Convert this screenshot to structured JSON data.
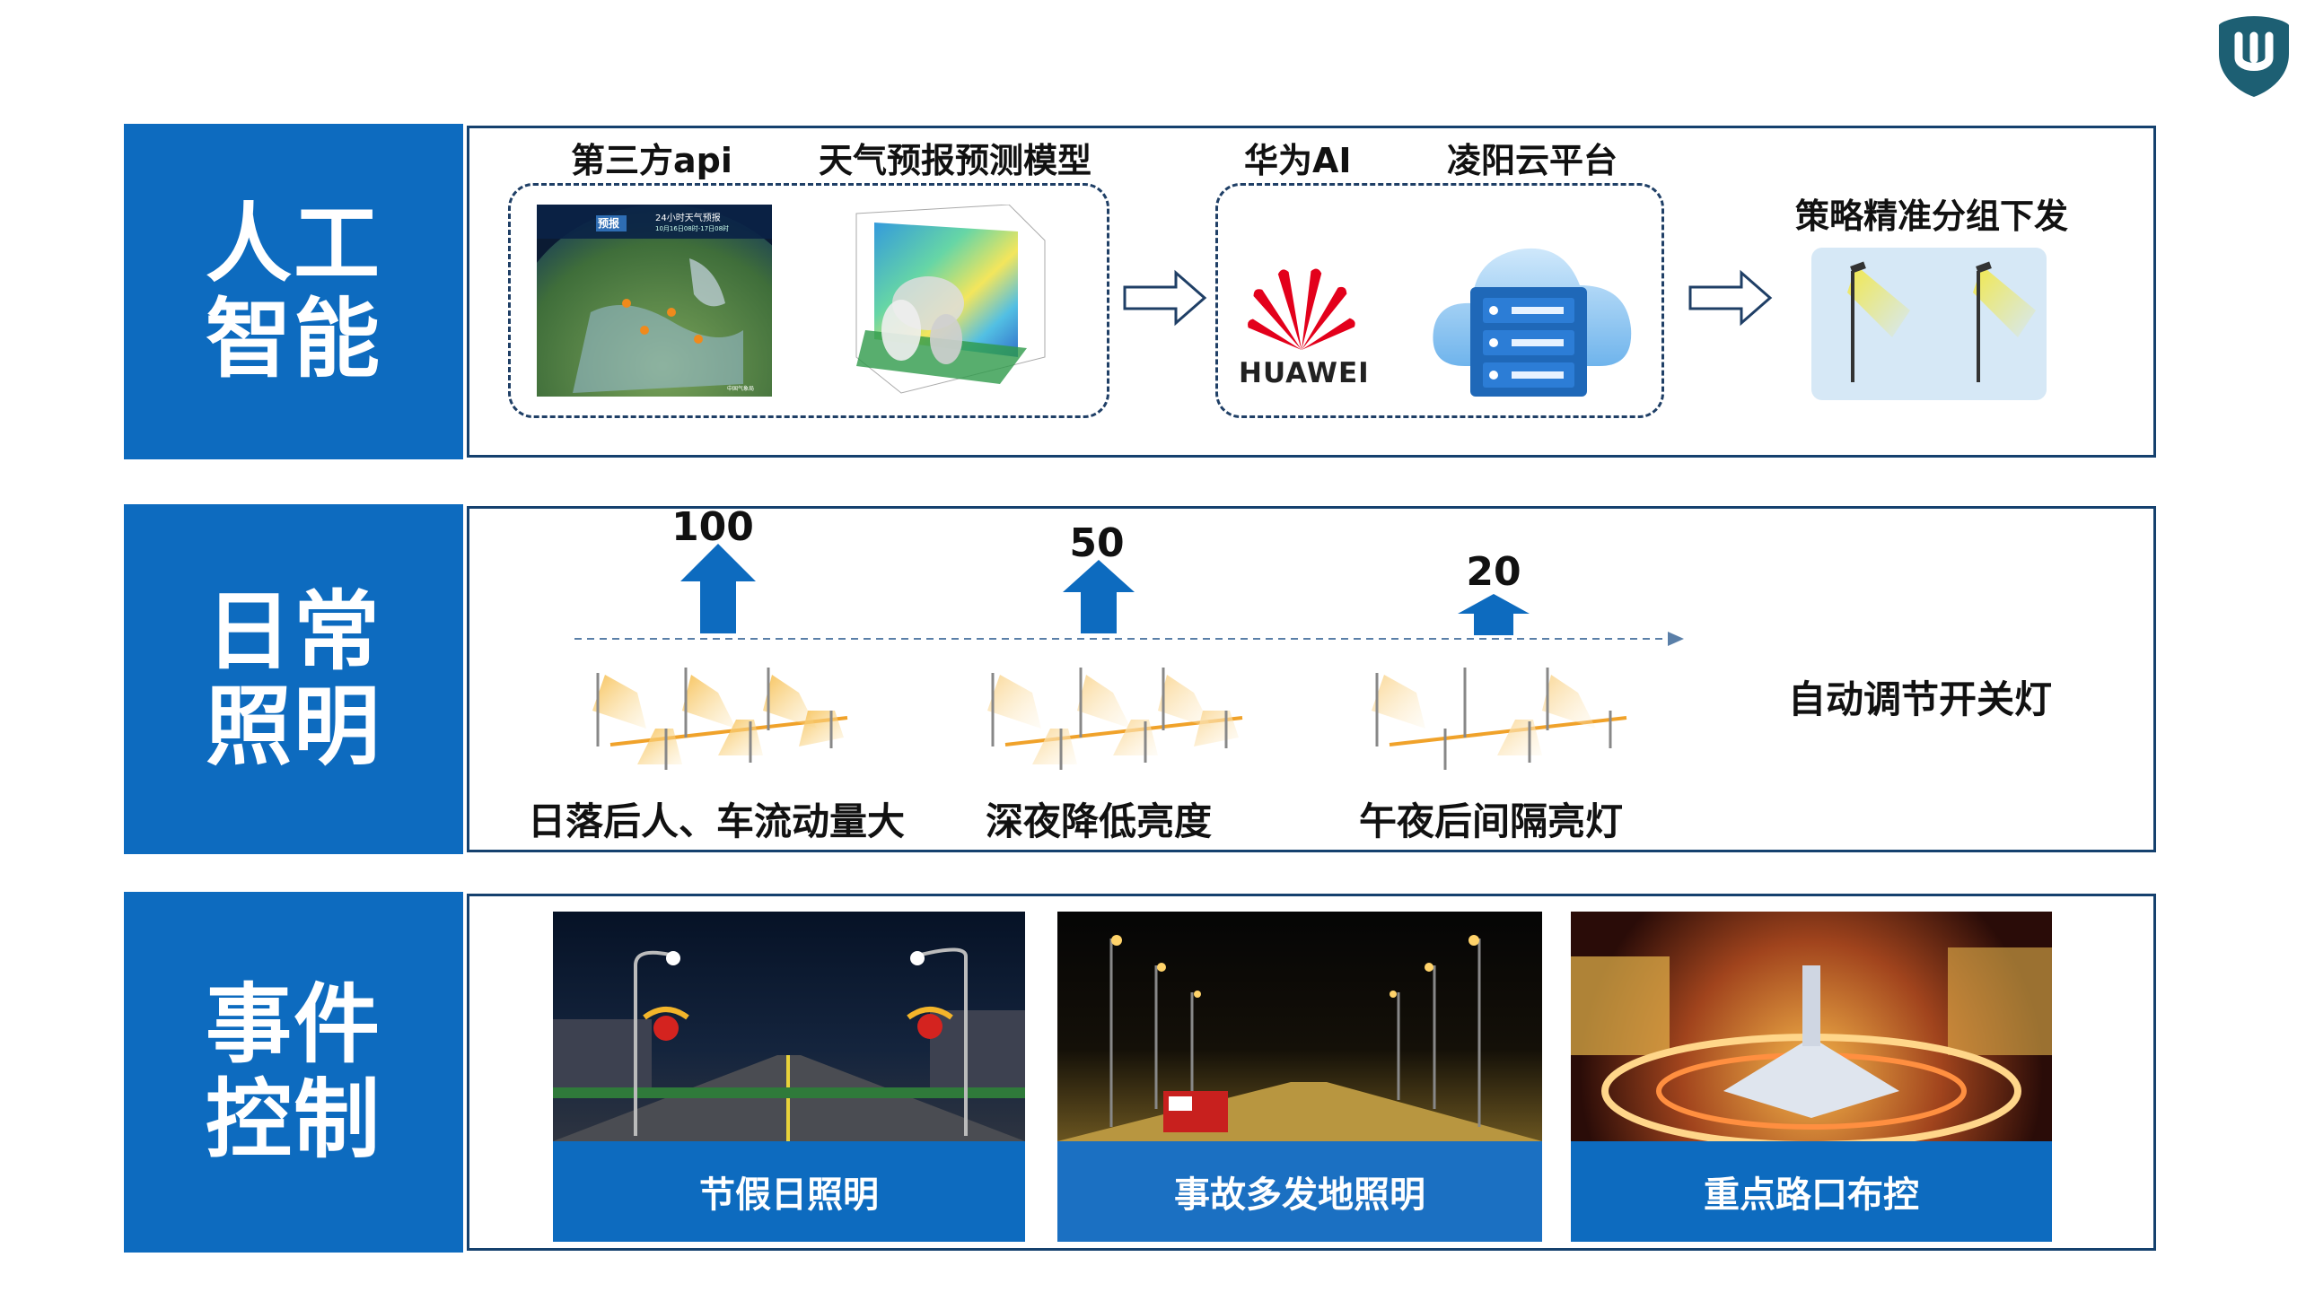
{
  "sections": {
    "ai": {
      "label": "人工\n智能",
      "label_l1": "人工",
      "label_l2": "智能",
      "captions": {
        "third_party": "第三方api",
        "weather_model": "天气预报预测模型",
        "huawei_ai": "华为AI",
        "lingyang_cloud": "凌阳云平台",
        "strategy": "策略精准分组下发"
      },
      "map_panel": {
        "badge": "预报",
        "title": "24小时天气预报",
        "subtitle": "10月16日08时-17日08时",
        "footer": "中国气象局"
      },
      "huawei_wordmark": "HUAWEI"
    },
    "daily": {
      "label_l1": "日常",
      "label_l2": "照明",
      "levels": [
        {
          "value": "100",
          "caption": "日落后人、车流动量大"
        },
        {
          "value": "50",
          "caption": "深夜降低亮度"
        },
        {
          "value": "20",
          "caption": "午夜后间隔亮灯"
        }
      ],
      "auto_text": "自动调节开关灯"
    },
    "event": {
      "label_l1": "事件",
      "label_l2": "控制",
      "cards": [
        {
          "caption": "节假日照明"
        },
        {
          "caption": "事故多发地照明"
        },
        {
          "caption": "重点路口布控"
        }
      ]
    }
  },
  "colors": {
    "brand_blue": "#0d6bbf",
    "frame": "#15416e",
    "lamp_light": "#f7c25a",
    "huawei_red": "#e3001b",
    "logo_teal": "#1d5f73"
  },
  "icons": [
    "logo-shield-icon",
    "arrow-right-icon",
    "arrow-up-icon",
    "cloud-server-icon",
    "street-lamp-icon"
  ]
}
